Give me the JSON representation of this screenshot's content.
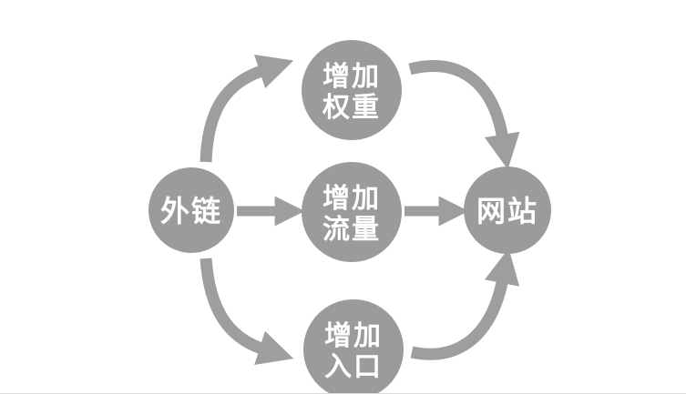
{
  "page": {
    "background": "#ffffff",
    "bottom_border_color": "#dcdcdc"
  },
  "diagram": {
    "node_color": "#9b9b9b",
    "arrow_color": "#9e9e9e",
    "label_color": "#ffffff",
    "nodes": {
      "source": {
        "label": "外链"
      },
      "benefit_top": {
        "line1": "增加",
        "line2": "权重"
      },
      "benefit_middle": {
        "line1": "增加",
        "line2": "流量"
      },
      "benefit_bottom": {
        "line1": "增加",
        "line2": "入口"
      },
      "target": {
        "label": "网站"
      }
    }
  }
}
